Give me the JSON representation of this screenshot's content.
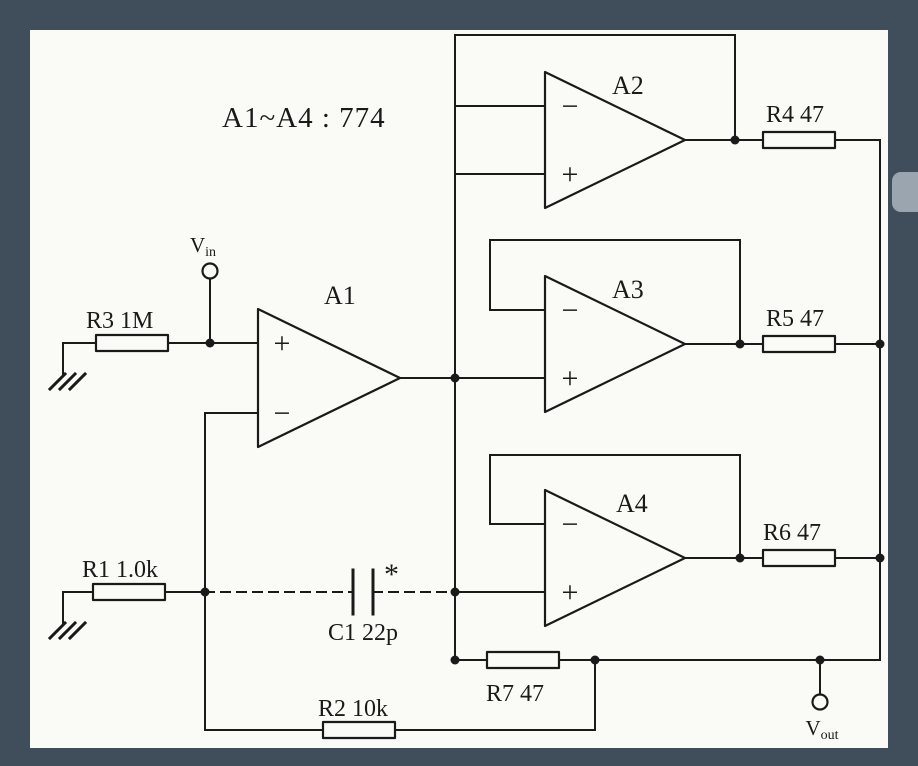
{
  "colors": {
    "bg": "#404d5a",
    "paper": "#fafaf6",
    "ink": "#1a1a1a",
    "tab": "#9aa5af"
  },
  "title": "A1~A4 : 774",
  "symbols": {
    "plus": "+",
    "minus": "−",
    "asterisk": "*"
  },
  "opamps": {
    "a1": {
      "label": "A1"
    },
    "a2": {
      "label": "A2"
    },
    "a3": {
      "label": "A3"
    },
    "a4": {
      "label": "A4"
    }
  },
  "resistors": {
    "r1": {
      "label": "R1 1.0k"
    },
    "r2": {
      "label": "R2 10k"
    },
    "r3": {
      "label": "R3 1M"
    },
    "r4": {
      "label": "R4 47"
    },
    "r5": {
      "label": "R5 47"
    },
    "r6": {
      "label": "R6 47"
    },
    "r7": {
      "label": "R7 47"
    }
  },
  "capacitor": {
    "label": "C1 22p"
  },
  "ports": {
    "vin": {
      "main": "V",
      "sub": "in"
    },
    "vout": {
      "main": "V",
      "sub": "out"
    }
  }
}
